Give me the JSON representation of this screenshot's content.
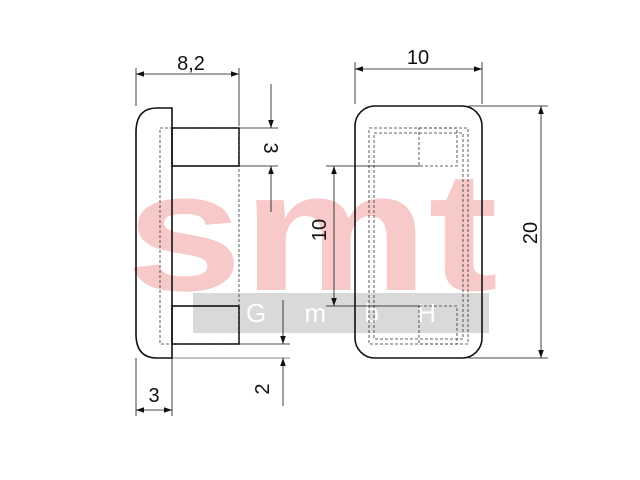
{
  "watermark": {
    "main_text": "smt",
    "sub_text": "G m b H",
    "main_color": "#f8c9c9",
    "band_color": "#d9d9d9"
  },
  "dimensions": {
    "side_width": "8,2",
    "pin_height": "3",
    "base_thickness": "3",
    "pin_gap": "2",
    "front_width": "10",
    "inner_height": "10",
    "total_height": "20"
  },
  "colors": {
    "line": "#111111",
    "hidden_line": "#333333"
  }
}
